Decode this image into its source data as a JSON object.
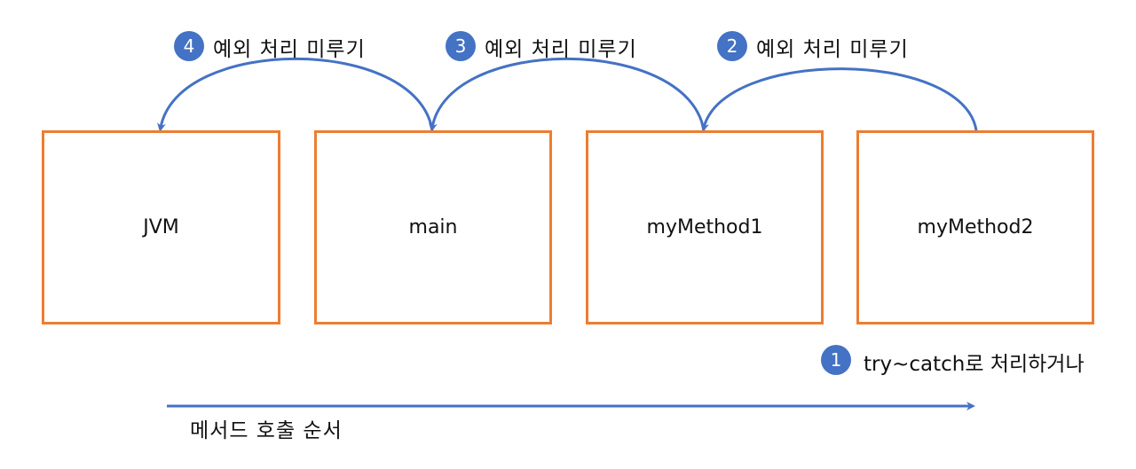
{
  "boxes": [
    {
      "name": "jvm",
      "label": "JVM"
    },
    {
      "name": "main",
      "label": "main"
    },
    {
      "name": "mymethod1",
      "label": "myMethod1"
    },
    {
      "name": "mymethod2",
      "label": "myMethod2"
    }
  ],
  "steps": [
    {
      "number": "4",
      "text": "예외 처리 미루기"
    },
    {
      "number": "3",
      "text": "예외 처리 미루기"
    },
    {
      "number": "2",
      "text": "예외 처리 미루기"
    },
    {
      "number": "1",
      "text": "try~catch로 처리하거나"
    }
  ],
  "call_order_label": "메서드 호출 순서",
  "colors": {
    "box_border": "#ED7D31",
    "arrow": "#4472C4",
    "badge": "#4472C4"
  }
}
